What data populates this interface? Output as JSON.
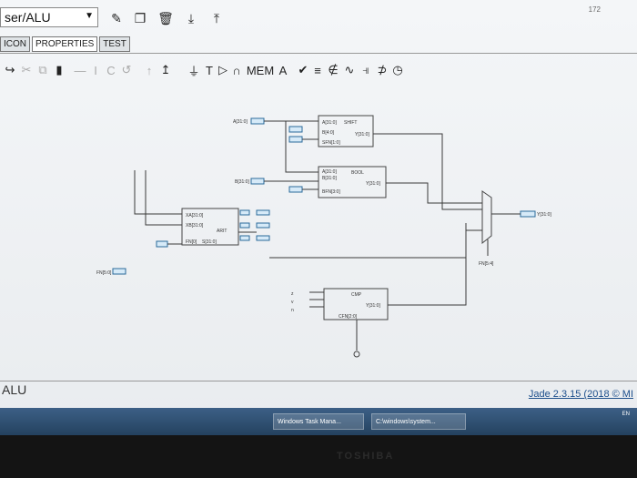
{
  "corner_number": "172",
  "topbar": {
    "module_value": "ser/ALU",
    "icons": [
      "edit-icon",
      "copy-icon",
      "trash-icon",
      "download-icon",
      "upload-icon"
    ]
  },
  "tabs": [
    {
      "label": "ICON",
      "active": false
    },
    {
      "label": "PROPERTIES",
      "active": true
    },
    {
      "label": "TEST",
      "active": false
    }
  ],
  "toolbar": {
    "mem_label": "MEM",
    "a_label": "A",
    "t_label": "T"
  },
  "schematic": {
    "labels": {
      "shift_in_a": "A[31:0]",
      "shift_in_b": "B[4:0]",
      "shift_fn": "SFN[1:0]",
      "shift_title": "SHIFT",
      "shift_out": "Y[31:0]",
      "bool_in_a": "A[31:0]",
      "bool_in_b": "B[31:0]",
      "bool_fn": "BFN[3:0]",
      "bool_title": "BOOL",
      "bool_out": "Y[31:0]",
      "arit_in_a": "XA[31:0]",
      "arit_in_b": "XB[31:0]",
      "arit_title": "ARIT",
      "arit_fn": "FN[0]",
      "arit_out": "S[31:0]",
      "cmp_title": "CMP",
      "cmp_out": "Y[31:0]",
      "cmp_fn": "CFN[2:0]",
      "mux_sel": "FN[5:4]",
      "port_a": "A[31:0]",
      "port_b": "B[31:0]",
      "port_fn": "FN[5:0]",
      "port_y": "Y[31:0]"
    }
  },
  "status": {
    "module_name": "ALU",
    "version": "Jade 2.3.15 (2018 © MI"
  },
  "taskbar": {
    "items": [
      "Windows Task Mana...",
      "C:\\windows\\system..."
    ],
    "lang": "EN"
  },
  "bezel_brand": "TOSHIBA"
}
